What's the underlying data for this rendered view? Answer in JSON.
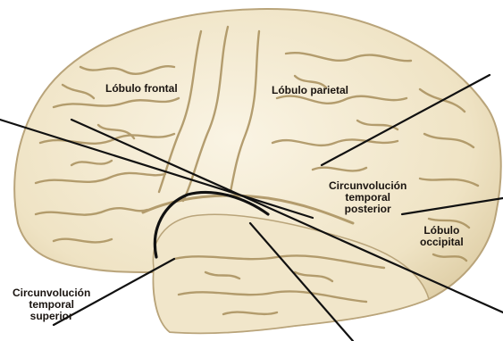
{
  "colors": {
    "background": "#ffffff",
    "brain_fill": "#f3ead2",
    "brain_shadow": "#c9b88e",
    "sulcus": "#a88f5c",
    "leader_line": "#1a1410",
    "text": "#1a1410"
  },
  "labels": {
    "frontal_lobe": "Lóbulo frontal",
    "parietal_lobe": "Lóbulo parietal",
    "posterior_temporal_1": "Circunvolución",
    "posterior_temporal_2": "temporal",
    "posterior_temporal_3": "posterior",
    "occipital_1": "Lóbulo",
    "occipital_2": "occipital",
    "superior_temporal_1": "Circunvolución",
    "superior_temporal_2": "temporal",
    "superior_temporal_3": "superior"
  }
}
